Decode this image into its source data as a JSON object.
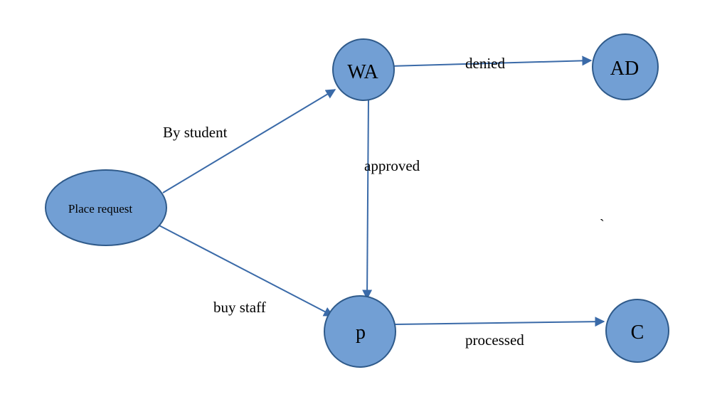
{
  "colors": {
    "node_fill": "#729fd4",
    "node_stroke": "#2f5a8a",
    "edge": "#3a6aa8"
  },
  "nodes": {
    "place_request": {
      "label": "Place request"
    },
    "wa": {
      "label": "WA"
    },
    "ad": {
      "label": "AD"
    },
    "p": {
      "label": "p"
    },
    "c": {
      "label": "C"
    }
  },
  "edges": {
    "by_student": {
      "label": "By student"
    },
    "buy_staff": {
      "label": "buy staff"
    },
    "denied": {
      "label": "denied"
    },
    "approved": {
      "label": "approved"
    },
    "processed": {
      "label": "processed"
    }
  },
  "stray_mark": "`"
}
